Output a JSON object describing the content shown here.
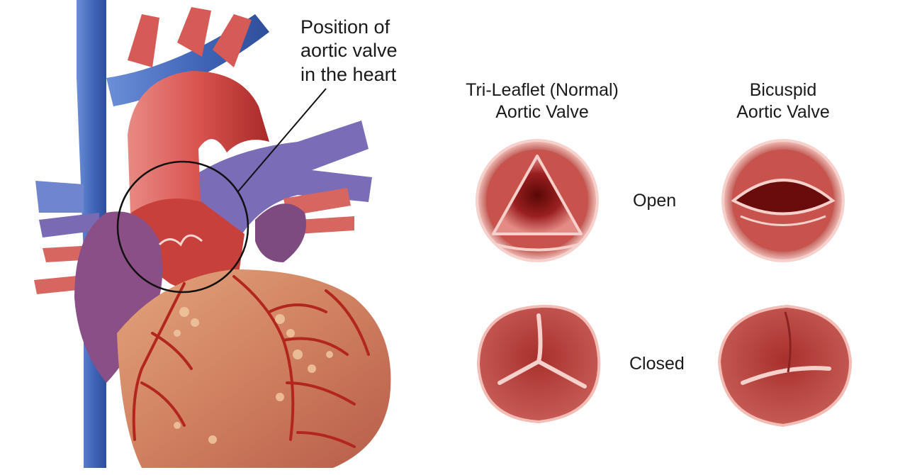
{
  "callout": {
    "lines": [
      "Position of",
      "aortic valve",
      "in the heart"
    ]
  },
  "columns": {
    "tri": {
      "lines": [
        "Tri-Leaflet (Normal)",
        "Aortic Valve"
      ]
    },
    "bi": {
      "lines": [
        "Bicuspid",
        "Aortic Valve"
      ]
    }
  },
  "states": {
    "open": "Open",
    "closed": "Closed"
  },
  "colors": {
    "vein": "#4a6fc0",
    "artery": "#d9615c",
    "pulmonary": "#7a6ab3",
    "atrium": "#7b4a7e",
    "myocardium": "#d28a63",
    "coronary": "#b3261e",
    "valve_dark": "#6e1111",
    "valve_rim": "#f2b9b3"
  }
}
